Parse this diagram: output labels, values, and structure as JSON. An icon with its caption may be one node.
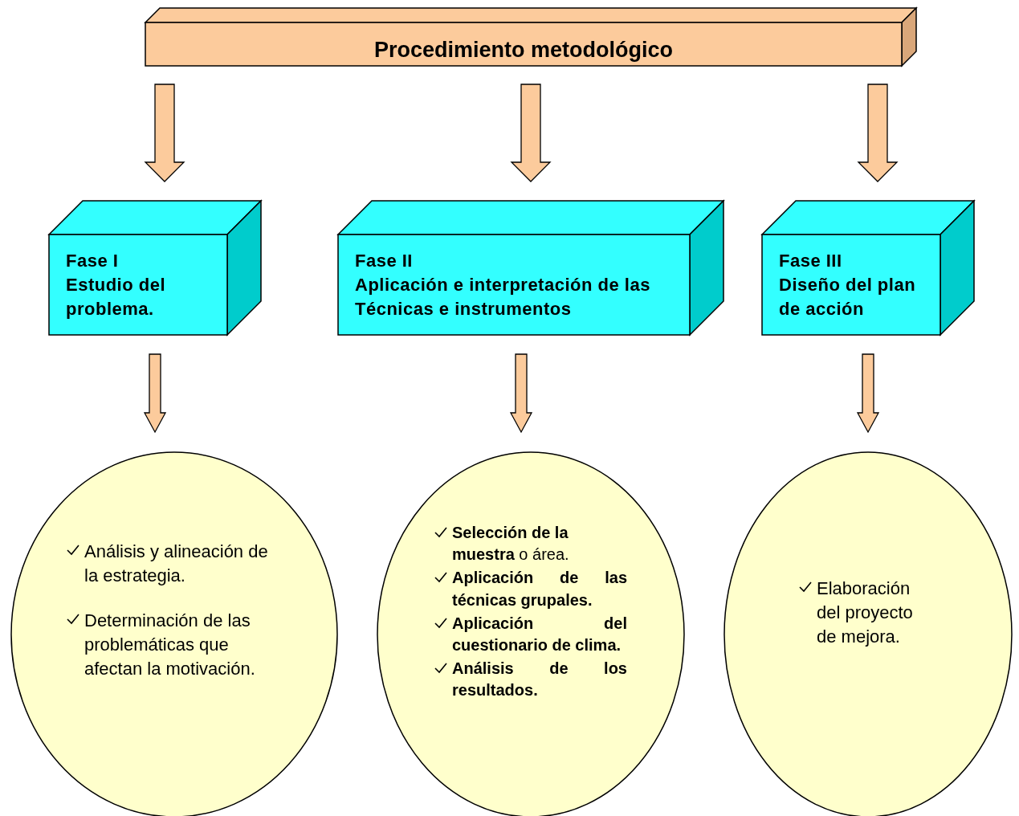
{
  "diagram": {
    "nodes": [
      {
        "text": [
          "Procedimiento metodológico"
        ]
      },
      {
        "text": [
          "Fase I",
          "Estudio del problema."
        ]
      },
      {
        "text": [
          "Fase II",
          "Aplicación e interpretación de las Técnicas e instrumentos"
        ]
      },
      {
        "text": [
          "Fase III",
          "Diseño del plan de acción"
        ]
      },
      {
        "text": [
          "Análisis y alineación de la estrategia.",
          "Determinación de las problemáticas que afectan la motivación."
        ]
      },
      {
        "text": [
          "**Selección de la muestra** o área.",
          "Aplicación de las técnicas grupales.",
          "Aplicación del cuestionario de clima.",
          "Análisis de los resultados."
        ]
      },
      {
        "text": [
          "Elaboración del proyecto de mejora."
        ]
      }
    ],
    "edges": [
      {
        "from": 0,
        "to": 1,
        "arrow": "to"
      },
      {
        "from": 0,
        "to": 2,
        "arrow": "to"
      },
      {
        "from": 0,
        "to": 3,
        "arrow": "to"
      },
      {
        "from": 1,
        "to": 4,
        "arrow": "to"
      },
      {
        "from": 2,
        "to": 5,
        "arrow": "to"
      },
      {
        "from": 3,
        "to": 6,
        "arrow": "to"
      }
    ]
  }
}
